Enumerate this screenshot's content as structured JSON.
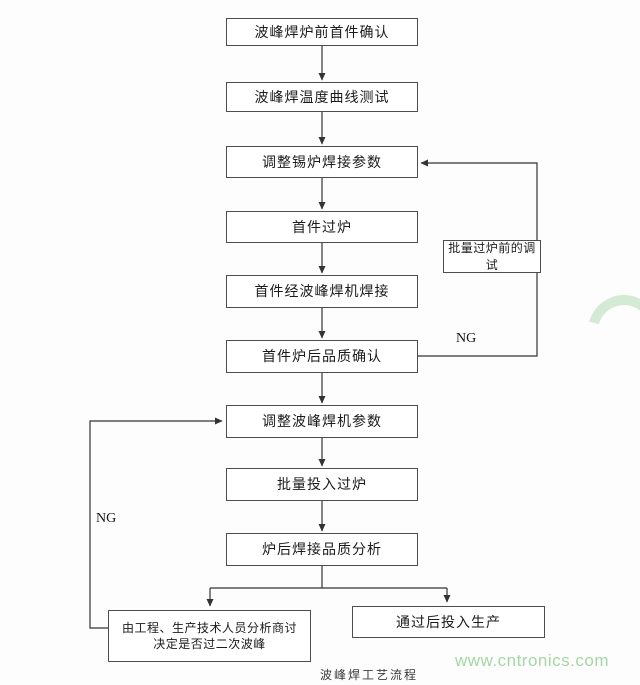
{
  "diagram": {
    "title_caption": "波峰焊工艺流程",
    "watermark": "www.cntronics.com",
    "edge_labels": {
      "ng_right": "NG",
      "ng_left": "NG"
    },
    "nodes": {
      "step1": {
        "label": "波峰焊炉前首件确认"
      },
      "step2": {
        "label": "波峰焊温度曲线测试"
      },
      "step3": {
        "label": "调整锡炉焊接参数"
      },
      "step4": {
        "label": "首件过炉"
      },
      "step5": {
        "label": "首件经波峰焊机焊接"
      },
      "step6": {
        "label": "首件炉后品质确认"
      },
      "step7": {
        "label": "调整波峰焊机参数"
      },
      "step8": {
        "label": "批量投入过炉"
      },
      "step9": {
        "label": "炉后焊接品质分析"
      },
      "debug_side": {
        "label": "批量过炉前的调试"
      },
      "decision_bottom_left": {
        "line1": "由工程、生产技术人员分析商讨",
        "line2": "决定是否过二次波峰"
      },
      "production_bottom_right": {
        "label": "通过后投入生产"
      }
    },
    "colors": {
      "box_border": "#4d4d4d",
      "box_fill": "#ffffff",
      "text": "#1b1b1b",
      "arrow": "#333333",
      "watermark_green": "#a5d6a5",
      "background": "#fdfdfd"
    }
  }
}
